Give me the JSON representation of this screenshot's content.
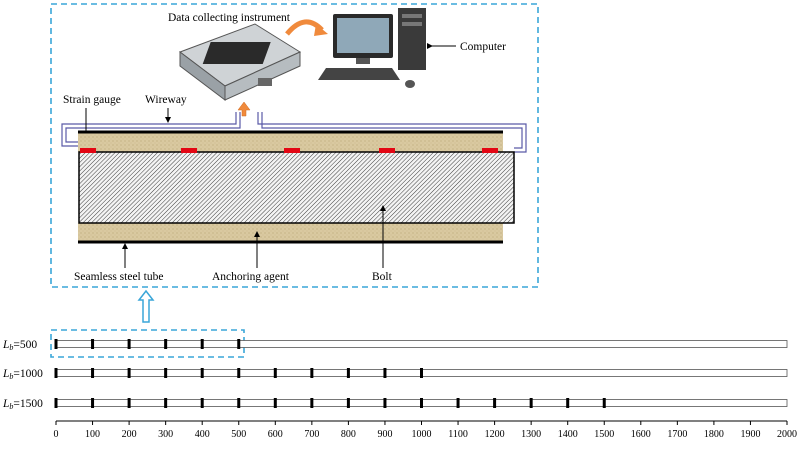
{
  "labels": {
    "data_collecting_instrument": "Data collecting instrument",
    "computer": "Computer",
    "strain_gauge": "Strain gauge",
    "wireway": "Wireway",
    "seamless_steel_tube": "Seamless steel tube",
    "anchoring_agent": "Anchoring agent",
    "bolt": "Bolt"
  },
  "colors": {
    "dashed_box": "#3aa6d8",
    "strain_gauge": "#e30613",
    "wireway": "#5a5aa8",
    "anchoring_agent": "#d9c9a0",
    "orange_arrow": "#f08a3c",
    "up_arrow": "#3aa6d8"
  },
  "bolt_rows": [
    {
      "label_main": "L",
      "label_sub": "b",
      "label_value": "=500",
      "length": 500,
      "gauges": [
        0,
        100,
        200,
        300,
        400,
        500
      ]
    },
    {
      "label_main": "L",
      "label_sub": "b",
      "label_value": "=1000",
      "length": 1000,
      "gauges": [
        0,
        100,
        200,
        300,
        400,
        500,
        600,
        700,
        800,
        900,
        1000
      ]
    },
    {
      "label_main": "L",
      "label_sub": "b",
      "label_value": "=1500",
      "length": 1500,
      "gauges": [
        0,
        100,
        200,
        300,
        400,
        500,
        600,
        700,
        800,
        900,
        1000,
        1100,
        1200,
        1300,
        1400,
        1500
      ]
    }
  ],
  "axis": {
    "min": 0,
    "max": 2000,
    "ticks": [
      "0",
      "100",
      "200",
      "300",
      "400",
      "500",
      "600",
      "700",
      "800",
      "900",
      "1000",
      "1100",
      "1200",
      "1300",
      "1400",
      "1500",
      "1600",
      "1700",
      "1800",
      "1900",
      "2000"
    ]
  }
}
